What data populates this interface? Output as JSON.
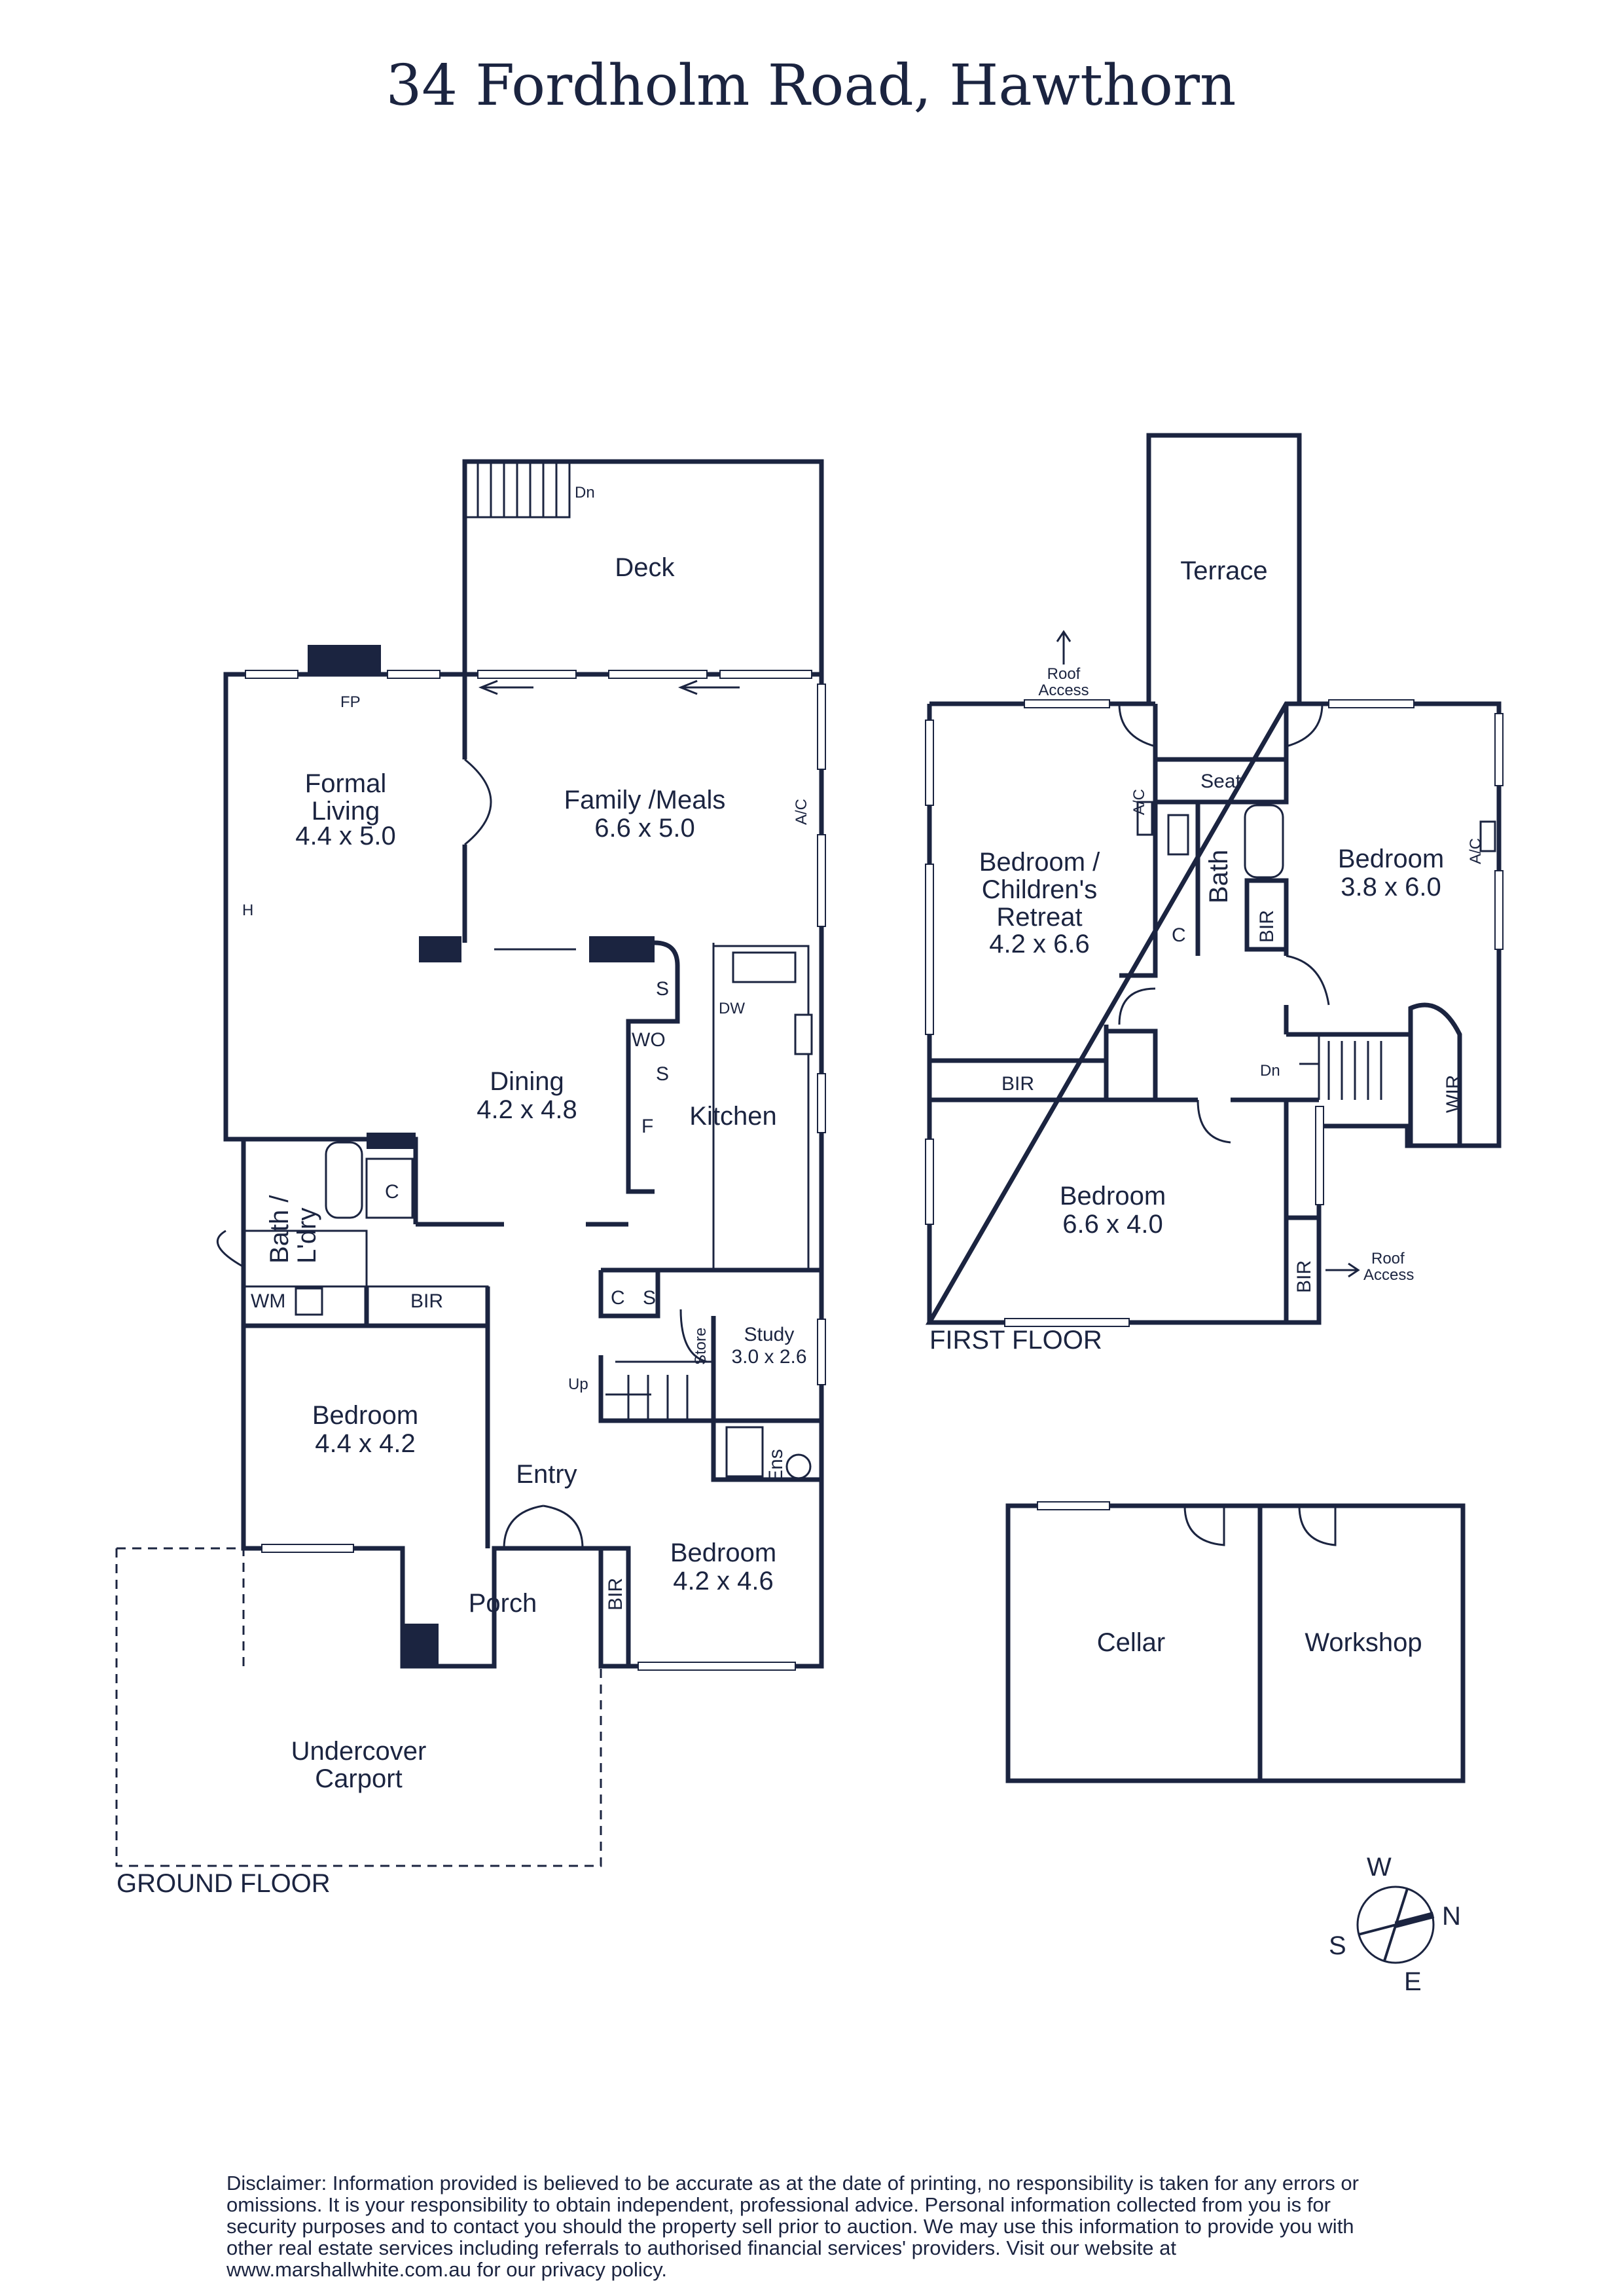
{
  "title": "34 Fordholm Road, Hawthorn",
  "floors": {
    "ground": "GROUND FLOOR",
    "first": "FIRST FLOOR"
  },
  "rooms": {
    "deck": "Deck",
    "formal_living": {
      "name": "Formal\nLiving",
      "dims": "4.4 x 5.0"
    },
    "family_meals": {
      "name": "Family /Meals",
      "dims": "6.6 x 5.0"
    },
    "dining": {
      "name": "Dining",
      "dims": "4.2 x 4.8"
    },
    "kitchen": "Kitchen",
    "bath_ldry": "Bath /\nL'dry",
    "bedroom_g1": {
      "name": "Bedroom",
      "dims": "4.4 x 4.2"
    },
    "entry": "Entry",
    "porch": "Porch",
    "study": {
      "name": "Study",
      "dims": "3.0 x 2.6"
    },
    "bedroom_g2": {
      "name": "Bedroom",
      "dims": "4.2 x 4.6"
    },
    "carport": "Undercover\nCarport",
    "terrace": "Terrace",
    "retreat": {
      "name": "Bedroom /\nChildren's\nRetreat",
      "dims": "4.2 x 6.6"
    },
    "bedroom_f1": {
      "name": "Bedroom",
      "dims": "3.8 x 6.0"
    },
    "bedroom_f2": {
      "name": "Bedroom",
      "dims": "6.6 x 4.0"
    },
    "cellar": "Cellar",
    "workshop": "Workshop"
  },
  "fixtures": {
    "dn": "Dn",
    "up": "Up",
    "fp": "FP",
    "h": "H",
    "ac": "A/C",
    "s": "S",
    "wo": "WO",
    "dw": "DW",
    "f": "F",
    "c": "C",
    "wm": "WM",
    "bir": "BIR",
    "store": "Store",
    "ens": "Ens",
    "seat": "Seat",
    "bath": "Bath",
    "wir": "WIR",
    "roof_access": "Roof\nAccess"
  },
  "compass": {
    "w": "W",
    "n": "N",
    "s": "S",
    "e": "E"
  },
  "disclaimer": "Disclaimer: Information provided is believed to be accurate as at the date of printing, no responsibility is taken for any errors or omissions. It is your responsibility to obtain independent, professional advice. Personal information collected from you is for security purposes and to contact you should the property sell prior to auction. We may use this information to provide you with other real estate services including referrals to authorised financial services' providers. Visit our website at www.marshallwhite.com.au for our privacy policy.",
  "colors": {
    "ink": "#1b2440",
    "background": "#ffffff"
  }
}
